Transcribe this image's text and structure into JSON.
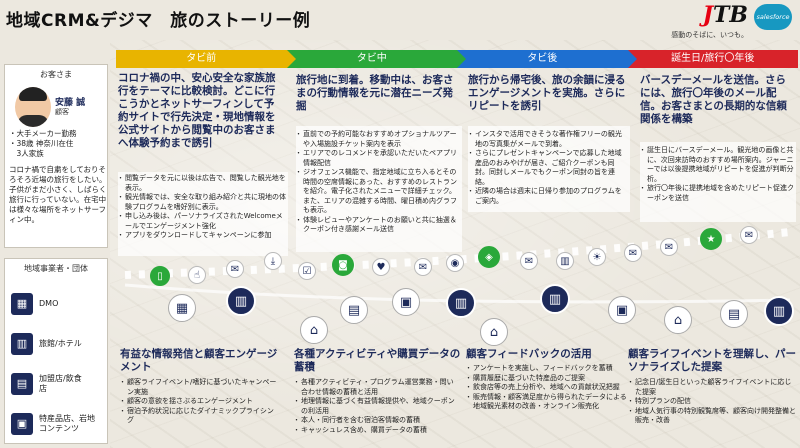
{
  "title": "地域CRM&デジマ　旅のストーリー例",
  "brand": {
    "logo_j": "J",
    "logo_rest": "TB",
    "tagline": "感動のそばに、いつも。",
    "partner": "salesforce"
  },
  "phases": [
    "タビ前",
    "タビ中",
    "タビ後",
    "誕生日/旅行〇年後"
  ],
  "customer": {
    "header": "お客さま",
    "name": "安藤 誠",
    "sub": "顧客",
    "info": [
      "・大手メーカー勤務",
      "・38歳 神奈川在住",
      "　3人家族"
    ],
    "desc": "コロナ禍で自粛をしておりそろそろ近場の旅行をしたい。子供がまだ小さく、しばらく旅行に行っていない。在宅中は様々な場所をネットサーフィン中。"
  },
  "biz": {
    "header": "地域事業者・団体",
    "items": [
      "DMO",
      "旅館/ホテル",
      "加盟店/飲食店",
      "特産品店、岩地コンテンツ"
    ]
  },
  "top": [
    {
      "title": "コロナ禍の中、安心安全な家族旅行をテーマに比較検討。どこに行こうかとネットサーフィンして予約サイトで行先決定・現地情報を公式サイトから閲覧中のお客さまへ体験予約まで誘引",
      "items": [
        "閲覧データを元に以後は広告で、閲覧した観光地を表示。",
        "観光情報では、安全な取り組み紹介と共に現地の体験プログラムを嗜好別に表示。",
        "申し込み後は、パーソナライズされたWelcomeメールでエンゲージメント強化",
        "アプリをダウンロードしてキャンペーンに参加"
      ]
    },
    {
      "title": "旅行地に到着。移動中は、お客さまの行動情報を元に潜在ニーズ発掘",
      "items": [
        "直前での予約可能なおすすめオプショナルツアーや入場施設チケット案内を表示",
        "エリアでのレコメンドを承認いただいたペアプリ情報配信",
        "ジオフェンス機能で、指定地域に立ち入るとその時間の空席情報にあった、おすすめのレストランを紹介。電子化されたメニューで詳細チェック。また、エリアの混雑する時間、曜日積め内グラフも表示。",
        "体験レビューやアンケートのお願いと共に抽選＆クーポン付き感謝メール送信"
      ]
    },
    {
      "title": "旅行から帰宅後、旅の余韻に浸るエンゲージメントを実施。さらにリピートを誘引",
      "items": [
        "インスタで活用できそうな著作権フリーの観光地の写真集がメールで到着。",
        "さらにプレゼントキャンペーンで応募した地域産品のおみやげが届き、ご紹介クーポンも同封。同封しメールでもクーポン同封の旨を連絡。",
        "近隣の場合は週末に日帰り参加のプログラムをご案内。"
      ]
    },
    {
      "title": "バースデーメールを送信。さらには、旅行〇年後のメール配信。お客さまとの長期的な信頼関係を構築",
      "items": [
        "誕生日にバースデーメール。観光地の画像と共に、次回来訪時のおすすめ場所案内。ジャーニーでは以後提携地域がリピートを促進が判断分析。",
        "旅行〇年後に提携地域を含めたリピート促進クーポンを送信"
      ]
    }
  ],
  "bottom": [
    {
      "title": "有益な情報発信と顧客エンゲージメント",
      "items": [
        "顧客ライフイベント/嗜好に基づいたキャンペーン実施",
        "顧客の意欲を揺さぶるエンゲージメント",
        "宿泊予約状況に応じたダイナミックプライシング"
      ]
    },
    {
      "title": "各種アクティビティや購買データの蓄積",
      "items": [
        "各種アクティビティ・プログラム運営業務・問い合わせ情報の蓄積と活用",
        "地理情報に基づく有益情報提供や、地域クーポンの利活用",
        "本人・同行者を含む宿泊客情報の蓄積",
        "キャッシュレス含め、購買データの蓄積"
      ]
    },
    {
      "title": "顧客フィードバックの活用",
      "items": [
        "アンケートを実施し、フィードバックを蓄積",
        "購買履歴に基づいた特産品のご提案",
        "飲食店等の売上分析や、地域への貢献状況把握",
        "販売情報・顧客満足度から得られたデータによる地域観光素材の改善・オンライン販売化"
      ]
    },
    {
      "title": "顧客ライフイベントを理解し、パーソナライズした提案",
      "items": [
        "記念日/誕生日といった顧客ライフイベントに応じた提案",
        "特別プランの配信",
        "地域人気行事の特別観覧席等、顧客向け開発整備と販売・改善"
      ]
    }
  ]
}
